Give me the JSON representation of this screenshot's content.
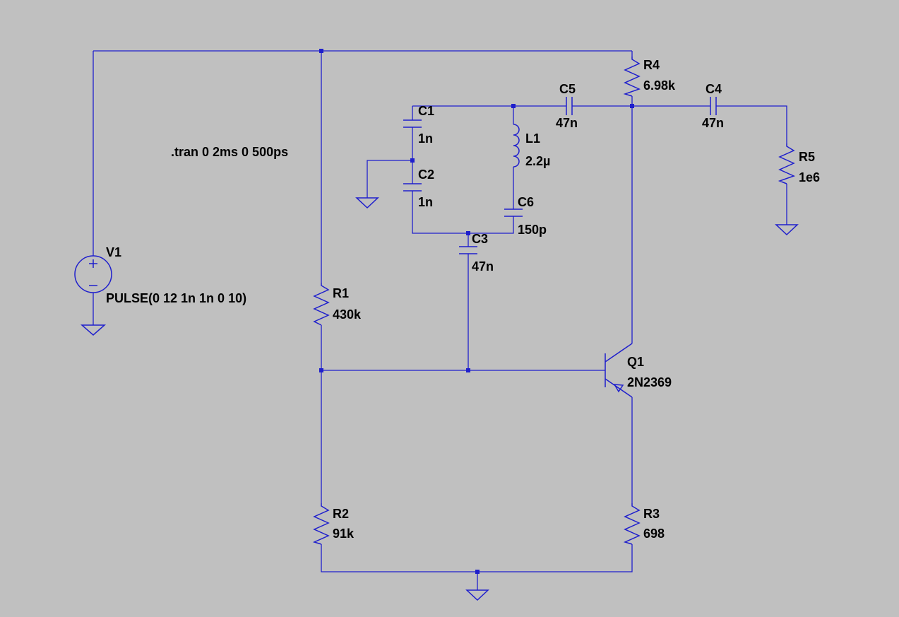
{
  "colors": {
    "background": "#c0c0c0",
    "wire": "#1f1fcc",
    "text": "#000000"
  },
  "directive": ".tran 0 2ms 0 500ps",
  "components": {
    "V1": {
      "name": "V1",
      "value": "PULSE(0 12 1n 1n 0 10)"
    },
    "R1": {
      "name": "R1",
      "value": "430k"
    },
    "R2": {
      "name": "R2",
      "value": "91k"
    },
    "R3": {
      "name": "R3",
      "value": "698"
    },
    "R4": {
      "name": "R4",
      "value": "6.98k"
    },
    "R5": {
      "name": "R5",
      "value": "1e6"
    },
    "C1": {
      "name": "C1",
      "value": "1n"
    },
    "C2": {
      "name": "C2",
      "value": "1n"
    },
    "C3": {
      "name": "C3",
      "value": "47n"
    },
    "C4": {
      "name": "C4",
      "value": "47n"
    },
    "C5": {
      "name": "C5",
      "value": "47n"
    },
    "C6": {
      "name": "C6",
      "value": "150p"
    },
    "L1": {
      "name": "L1",
      "value": "2.2µ"
    },
    "Q1": {
      "name": "Q1",
      "value": "2N2369"
    }
  }
}
